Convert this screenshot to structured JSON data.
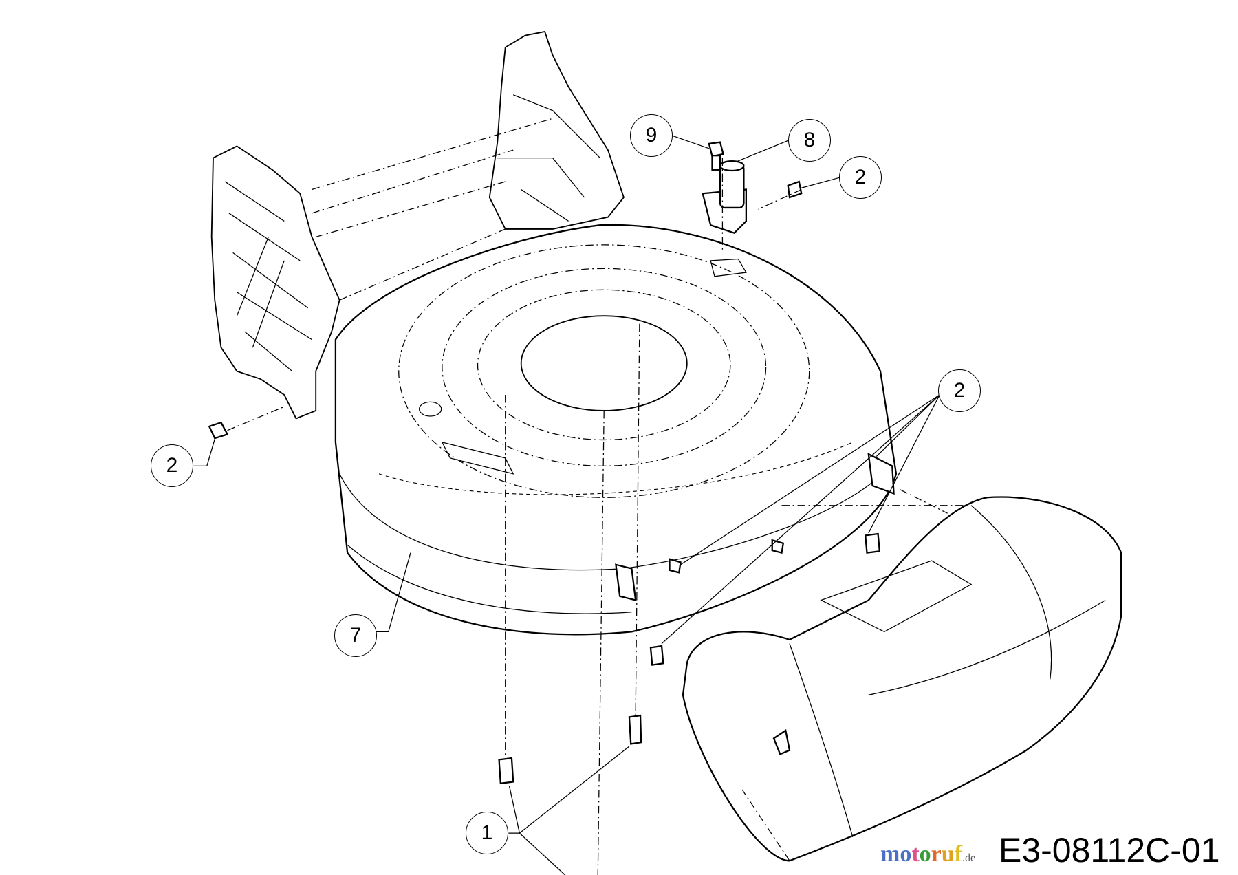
{
  "diagram": {
    "callouts": [
      {
        "id": "c9",
        "label": "9"
      },
      {
        "id": "c8",
        "label": "8"
      },
      {
        "id": "c2a",
        "label": "2"
      },
      {
        "id": "c2b",
        "label": "2"
      },
      {
        "id": "c2c",
        "label": "2"
      },
      {
        "id": "c7",
        "label": "7"
      },
      {
        "id": "c1",
        "label": "1"
      }
    ],
    "drawing_code": "E3-08112C-01",
    "watermark": {
      "text": "motoruf",
      "suffix": ".de",
      "colors": [
        "#4a6fc4",
        "#4a6fc4",
        "#e0508c",
        "#3a9a3a",
        "#e06a2a",
        "#e0a020",
        "#e0c020"
      ]
    }
  }
}
